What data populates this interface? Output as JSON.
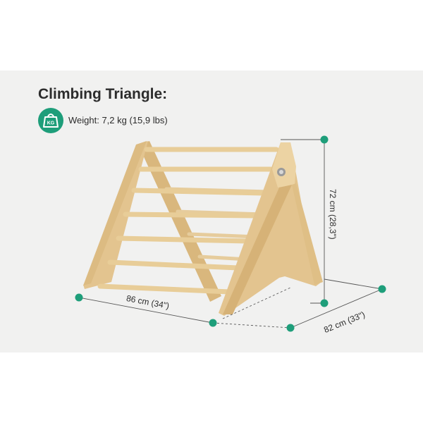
{
  "title": "Climbing Triangle:",
  "weight": {
    "icon": "kg-weight-icon",
    "icon_text": "KG",
    "text": "Weight: 7,2 kg (15,9 lbs)"
  },
  "dimensions": {
    "width": "86 cm (34\")",
    "depth": "82 cm (33\")",
    "height": "72 cm (28,3\")"
  },
  "colors": {
    "accent": "#1e9e7a",
    "wood": "#e3c48f",
    "wood_dark": "#c9a56a",
    "background": "#f1f1f0"
  }
}
